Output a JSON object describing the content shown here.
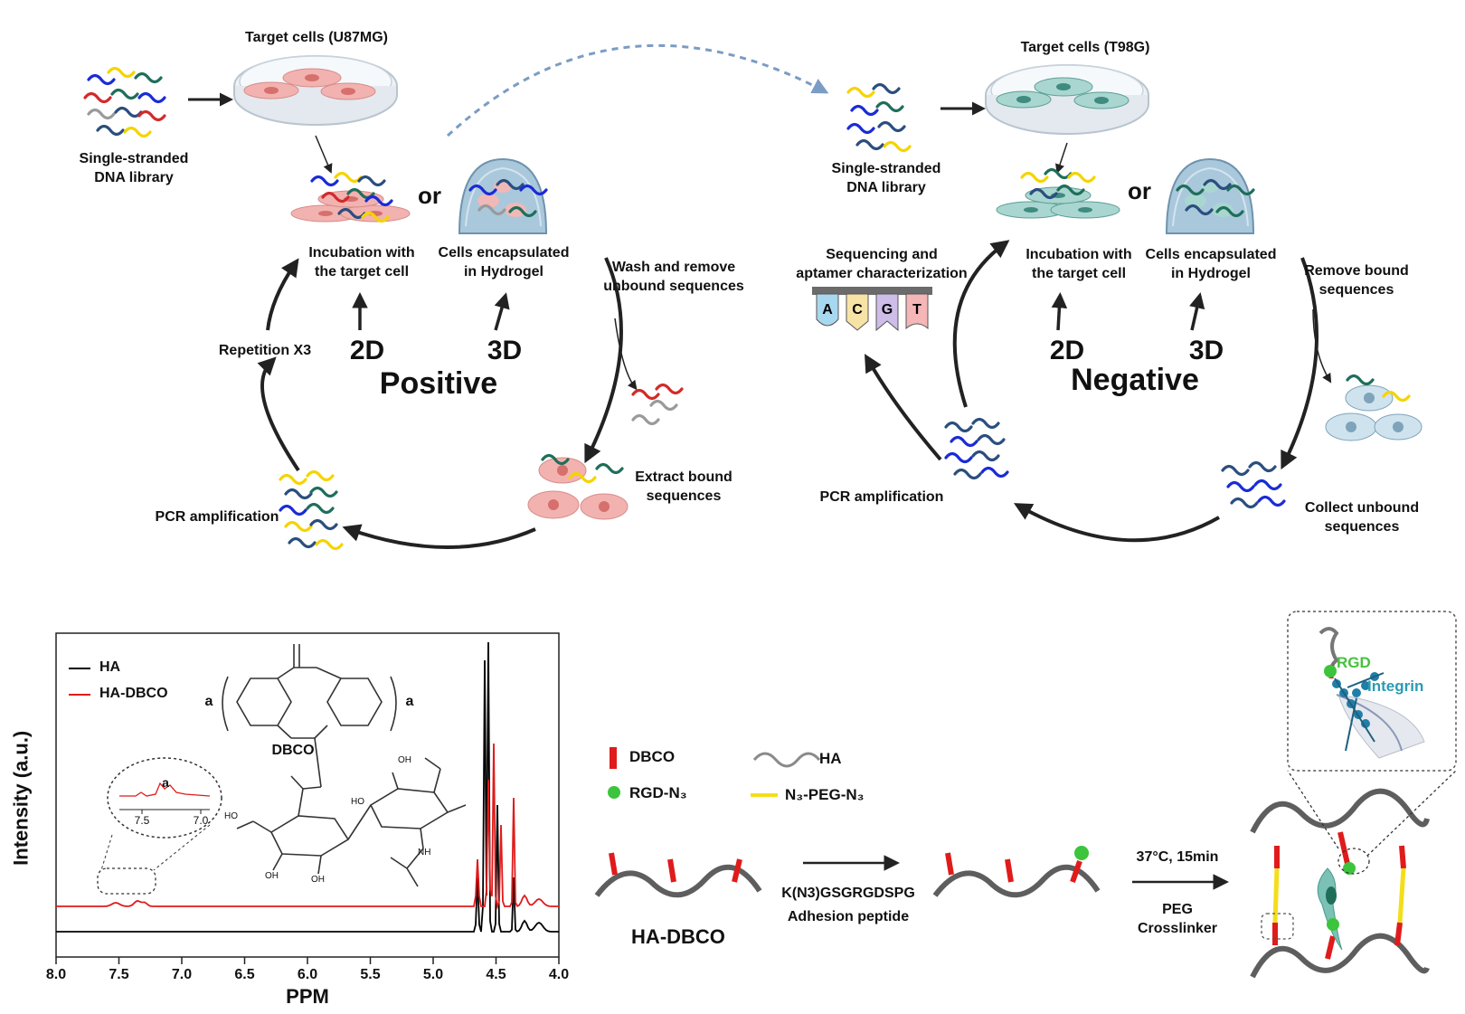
{
  "positive": {
    "target_cells": "Target cells (U87MG)",
    "library": "Single-stranded\nDNA library",
    "incubation": "Incubation with\nthe target cell",
    "or": "or",
    "hydrogel": "Cells encapsulated\nin Hydrogel",
    "wash": "Wash and remove\nunbound sequences",
    "repetition": "Repetition X3",
    "label_2d": "2D",
    "label_3d": "3D",
    "title": "Positive",
    "extract": "Extract bound\nsequences",
    "pcr": "PCR amplification"
  },
  "negative": {
    "target_cells": "Target cells (T98G)",
    "library": "Single-stranded\nDNA library",
    "incubation": "Incubation with\nthe target cell",
    "or": "or",
    "hydrogel": "Cells encapsulated\nin Hydrogel",
    "remove": "Remove bound\nsequences",
    "sequencing": "Sequencing and\naptamer characterization",
    "bases": [
      "A",
      "C",
      "G",
      "T"
    ],
    "base_colors": [
      "#a8d8ef",
      "#f7e3a6",
      "#cdbde8",
      "#f4b6b6"
    ],
    "label_2d": "2D",
    "label_3d": "3D",
    "title": "Negative",
    "pcr": "PCR amplification",
    "collect": "Collect unbound\nsequences"
  },
  "nmr": {
    "legend": [
      {
        "name": "HA",
        "color": "#000000"
      },
      {
        "name": "HA-DBCO",
        "color": "#e01b1b"
      }
    ],
    "ylabel": "Intensity (a.u.)",
    "xlabel": "PPM",
    "x_ticks": [
      "8.0",
      "7.5",
      "7.0",
      "6.5",
      "6.0",
      "5.5",
      "5.0",
      "4.5",
      "4.0"
    ],
    "dbco_label": "DBCO",
    "bracket_label_left": "a",
    "bracket_label_right": "a",
    "inset_label": "a",
    "inset_ticks": [
      "7.5",
      "7.0"
    ],
    "oh_labels": [
      "HO",
      "OH",
      "OH",
      "HO",
      "OH",
      "NH"
    ]
  },
  "hydrogel": {
    "legend_dbco": "DBCO",
    "legend_ha": "HA",
    "legend_rgd": "RGD-N₃",
    "legend_peg": "N₃-PEG-N₃",
    "ha_dbco": "HA-DBCO",
    "peptide_seq": "K(N3)GSGRGDSPG",
    "peptide_name": "Adhesion peptide",
    "condition": "37°C, 15min",
    "crosslinker": "PEG\nCrosslinker",
    "rgd": "RGD",
    "integrin": "Integrin"
  },
  "colors": {
    "dna_blue": "#1a2bd6",
    "dna_yellow": "#f5d400",
    "dna_green": "#1f6e5a",
    "dna_red": "#d22a2a",
    "dna_navy": "#2a4e7e",
    "dna_grey": "#9a9a9a",
    "pink_cell": "#f2b2b0",
    "teal_cell": "#a9d6d0",
    "dbco_red": "#e01b1b",
    "rgd_green": "#3cc43c",
    "peg_yellow": "#f4de1a"
  }
}
